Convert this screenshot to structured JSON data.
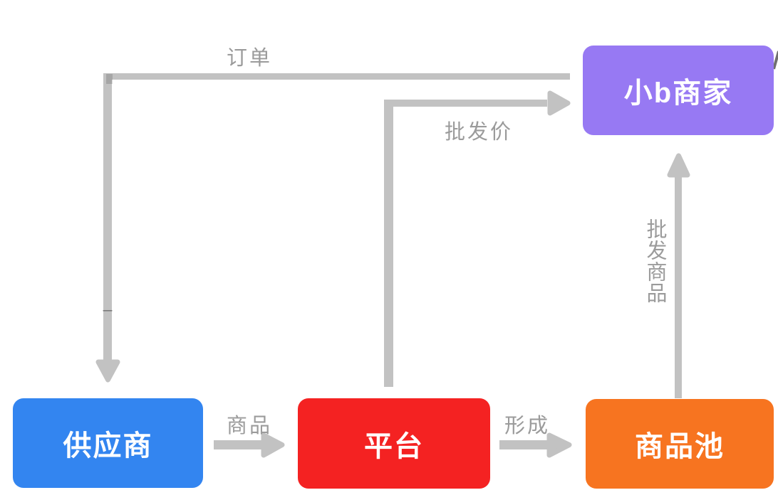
{
  "nodes": [
    {
      "id": "small-b-merchant",
      "label": "小b商家",
      "color": "#9779F3"
    },
    {
      "id": "supplier",
      "label": "供应商",
      "color": "#3385F0"
    },
    {
      "id": "platform",
      "label": "平台",
      "color": "#F42222"
    },
    {
      "id": "product-pool",
      "label": "商品池",
      "color": "#F77420"
    }
  ],
  "edges": [
    {
      "id": "order",
      "label": "订单",
      "from": "小b商家",
      "to": "供应商",
      "shape": "left-then-down-arrow"
    },
    {
      "id": "wholesale-price",
      "label": "批发价",
      "from": "平台",
      "to": "小b商家",
      "shape": "up-then-right-arrow"
    },
    {
      "id": "goods",
      "label": "商品",
      "from": "供应商",
      "to": "平台",
      "shape": "right-arrow"
    },
    {
      "id": "form",
      "label": "形成",
      "from": "平台",
      "to": "商品池",
      "shape": "right-arrow"
    },
    {
      "id": "wholesale-goods",
      "label": "批发商品",
      "from": "商品池",
      "to": "小b商家",
      "shape": "up-arrow"
    }
  ],
  "colors": {
    "background": "#FFFFFF",
    "arrow": "#C2C2C2",
    "label": "#9B9B9B",
    "node_text": "#FFFFFF"
  }
}
